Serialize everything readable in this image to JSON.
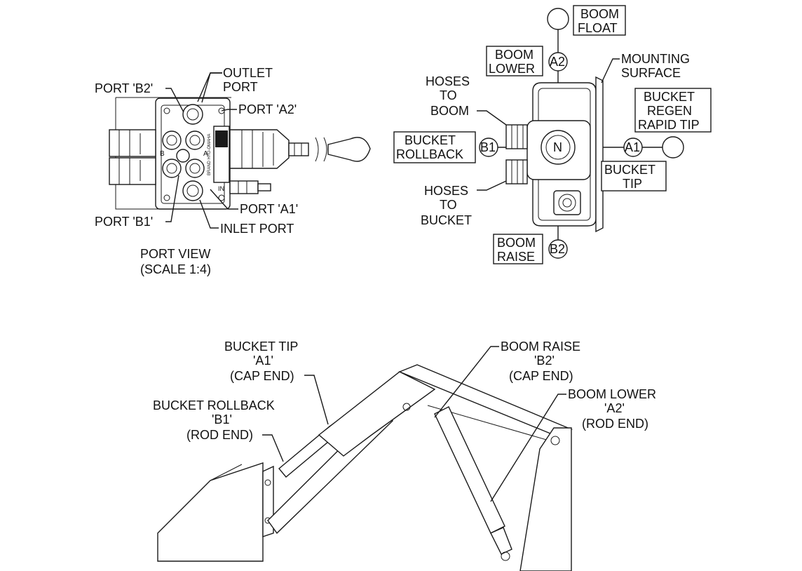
{
  "port_view": {
    "outlet_port": [
      "OUTLET",
      "PORT"
    ],
    "port_b2": "PORT 'B2'",
    "port_a2": "PORT 'A2'",
    "port_b1": "PORT 'B1'",
    "port_a1": "PORT 'A1'",
    "inlet_port": "INLET PORT",
    "caption": [
      "PORT VIEW",
      "(SCALE 1:4)"
    ],
    "body_text": "BRAND HYD-OMAHA",
    "body_letters": [
      "B",
      "A",
      "IN"
    ]
  },
  "joystick_view": {
    "boom_float": [
      "BOOM",
      "FLOAT"
    ],
    "boom_lower": [
      "BOOM",
      "LOWER"
    ],
    "mounting_surface": [
      "MOUNTING",
      "SURFACE"
    ],
    "hoses_to_boom": [
      "HOSES",
      "TO",
      "BOOM"
    ],
    "bucket_regen": [
      "BUCKET",
      "REGEN",
      "RAPID TIP"
    ],
    "bucket_rollback": [
      "BUCKET",
      "ROLLBACK"
    ],
    "bucket_tip": [
      "BUCKET",
      "TIP"
    ],
    "hoses_to_bucket": [
      "HOSES",
      "TO",
      "BUCKET"
    ],
    "boom_raise": [
      "BOOM",
      "RAISE"
    ],
    "circles": {
      "a2": "A2",
      "b1": "B1",
      "n": "N",
      "a1": "A1",
      "b2": "B2"
    }
  },
  "loader_view": {
    "bucket_tip": [
      "BUCKET TIP",
      "'A1'",
      "(CAP END)"
    ],
    "bucket_rollback": [
      "BUCKET ROLLBACK",
      "'B1'",
      "(ROD END)"
    ],
    "boom_raise": [
      "BOOM RAISE",
      "'B2'",
      "(CAP END)"
    ],
    "boom_lower": [
      "BOOM LOWER",
      "'A2'",
      "(ROD END)"
    ]
  }
}
